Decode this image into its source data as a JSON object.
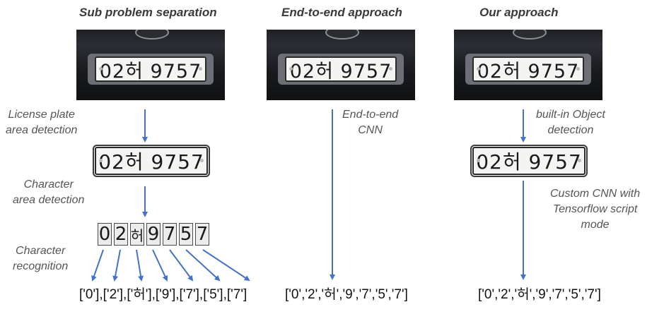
{
  "columns": [
    {
      "title": "Sub problem separation",
      "steps": [
        "License plate\narea detection",
        "Character\narea detection",
        "Character\nrecognition"
      ],
      "output": "['0'],['2'],['허'],['9'],['7'],['5'],['7']"
    },
    {
      "title": "End-to-end approach",
      "steps": [
        "End-to-end\nCNN"
      ],
      "output": "['0','2','허','9','7','5','7']"
    },
    {
      "title": "Our approach",
      "steps": [
        "built-in Object\ndetection",
        "Custom CNN with\nTensorflow script\nmode"
      ],
      "output": "['0','2','허','9','7','5','7']"
    }
  ],
  "plate_text": "02허 9757",
  "characters": [
    "0",
    "2",
    "허",
    "9",
    "7",
    "5",
    "7"
  ],
  "colors": {
    "arrow": "#4472c4",
    "title": "#3a3a3a",
    "label": "#555555"
  }
}
